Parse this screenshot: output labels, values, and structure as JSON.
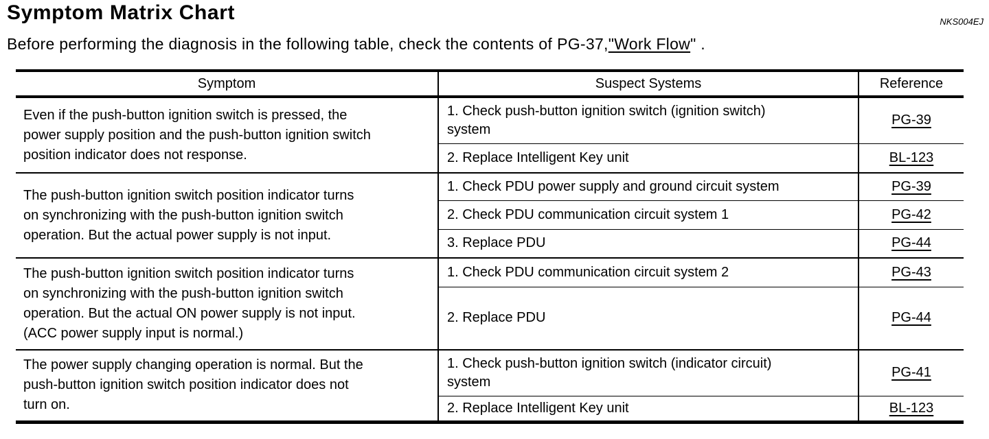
{
  "page": {
    "title": "Symptom Matrix Chart",
    "doc_code": "NKS004EJ",
    "colors": {
      "text": "#000000",
      "background": "#ffffff",
      "rule": "#000000"
    },
    "intro": {
      "prefix": "Before performing the diagnosis in the following table, check the contents of",
      "ref": "PG-37,",
      "link": "\"Work Flow",
      "suffix": "\" ."
    }
  },
  "table": {
    "headers": [
      "Symptom",
      "Suspect Systems",
      "Reference"
    ],
    "groups": [
      {
        "symptom": "Even if the push-button ignition switch is pressed, the\npower supply position and the push-button ignition switch\nposition indicator does not response.",
        "actions": [
          {
            "label": "1. Check push-button ignition switch (ignition switch)\nsystem",
            "reference": "PG-39"
          },
          {
            "label": "2. Replace Intelligent Key unit",
            "reference": "BL-123"
          }
        ]
      },
      {
        "symptom": "The push-button ignition switch position indicator turns\non synchronizing with the push-button ignition switch\noperation. But the actual power supply is not input.",
        "actions": [
          {
            "label": "1. Check PDU power supply and ground circuit system",
            "reference": "PG-39"
          },
          {
            "label": "2. Check PDU communication circuit system 1",
            "reference": "PG-42"
          },
          {
            "label": "3. Replace PDU",
            "reference": "PG-44"
          }
        ]
      },
      {
        "symptom": "The push-button ignition switch position indicator turns\non synchronizing with the push-button ignition switch\noperation. But the actual ON power supply is not input.\n(ACC power supply input is normal.)",
        "actions": [
          {
            "label": "1. Check PDU communication circuit system 2",
            "reference": "PG-43"
          },
          {
            "label": "2. Replace PDU",
            "reference": "PG-44"
          }
        ]
      },
      {
        "symptom": "The power supply changing operation is normal. But the\npush-button ignition switch position indicator does not\nturn on.",
        "actions": [
          {
            "label": "1. Check push-button ignition switch (indicator circuit)\nsystem",
            "reference": "PG-41"
          },
          {
            "label": "2. Replace Intelligent Key unit",
            "reference": "BL-123"
          }
        ]
      }
    ]
  }
}
